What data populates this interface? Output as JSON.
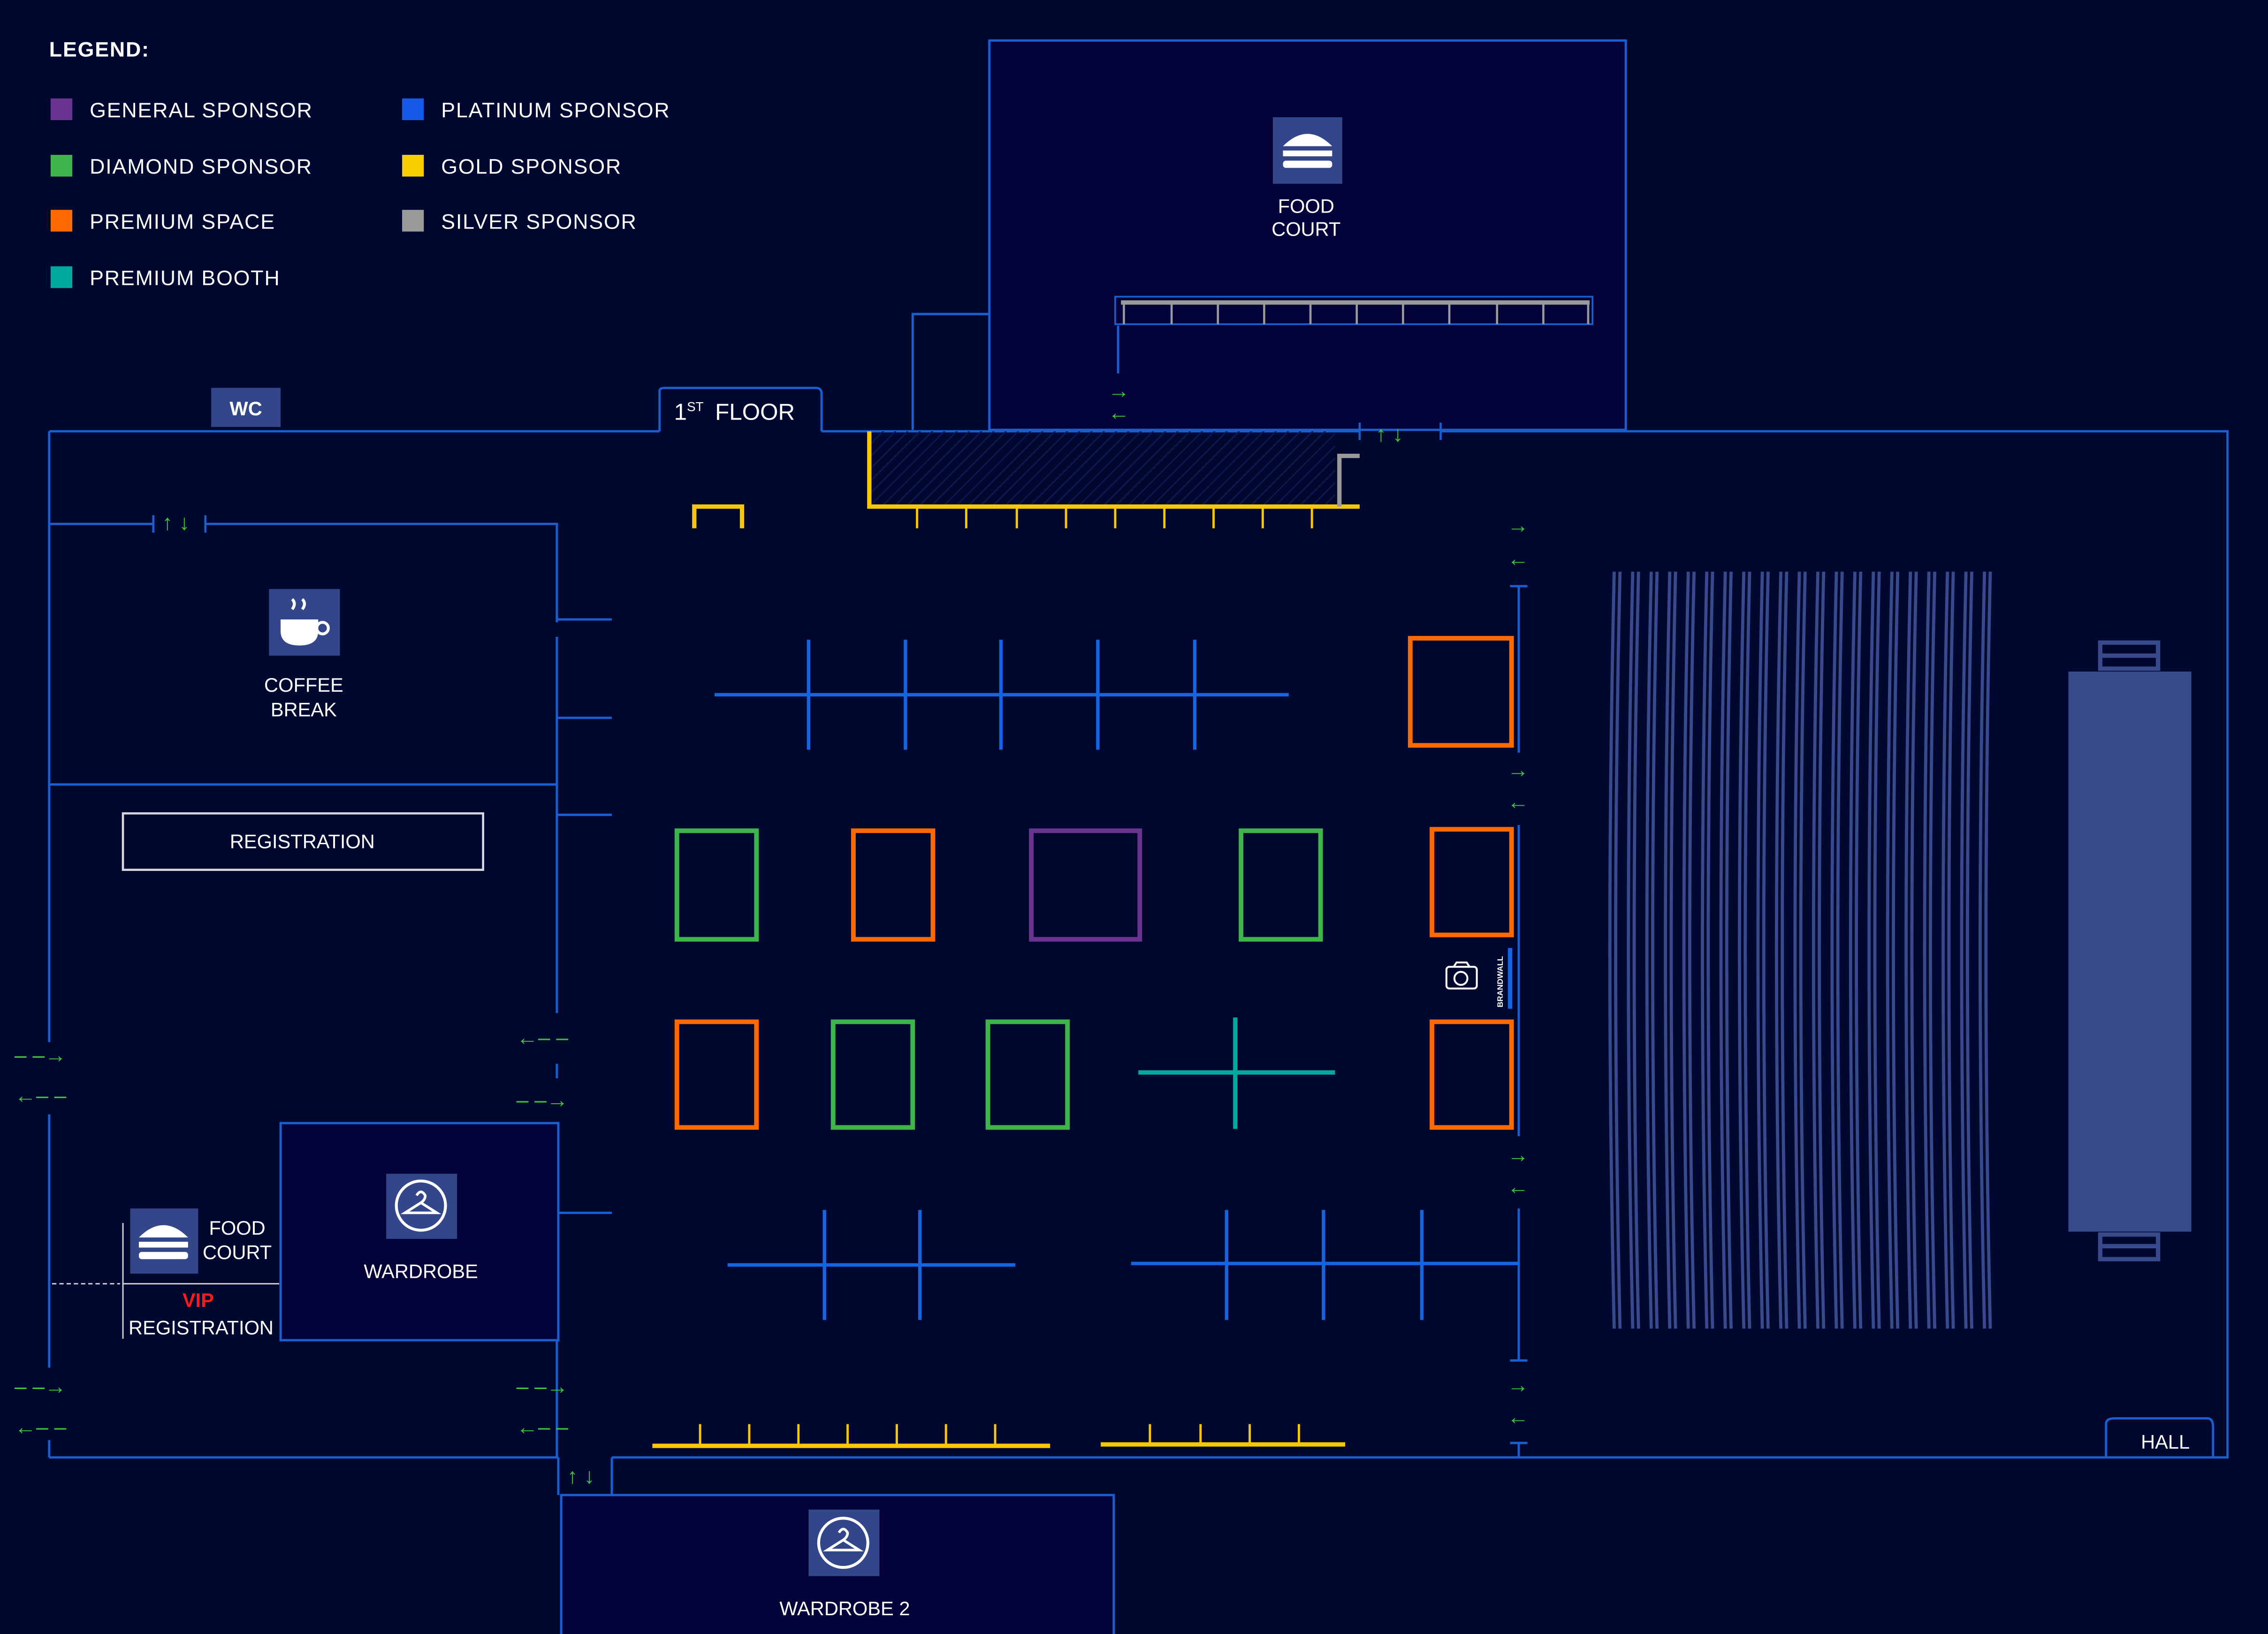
{
  "legend": {
    "title": "LEGEND:",
    "items": [
      {
        "label": "GENERAL SPONSOR",
        "color": "#6a3390"
      },
      {
        "label": "DIAMOND SPONSOR",
        "color": "#3db54a"
      },
      {
        "label": "PREMIUM SPACE",
        "color": "#ff6a00"
      },
      {
        "label": "PREMIUM BOOTH",
        "color": "#00a99d"
      },
      {
        "label": "PLATINUM SPONSOR",
        "color": "#155ae8"
      },
      {
        "label": "GOLD SPONSOR",
        "color": "#f7cf00"
      },
      {
        "label": "SILVER SPONSOR",
        "color": "#9a9a9a"
      }
    ]
  },
  "labels": {
    "wc": "WC",
    "floor_num": "1",
    "floor_sup": "ST",
    "floor_word": "FLOOR",
    "hall": "HALL",
    "food_court_1": "FOOD",
    "food_court_2": "COURT",
    "coffee_1": "COFFEE",
    "coffee_2": "BREAK",
    "registration": "REGISTRATION",
    "wardrobe": "WARDROBE",
    "vip_food_1": "FOOD",
    "vip_food_2": "COURT",
    "vip": "VIP",
    "vip_registration": "REGISTRATION",
    "wardrobe2": "WARDROBE 2",
    "brandwall": "BRANDWALL"
  },
  "colors": {
    "background": "#000830",
    "wall": "#1a5fd0",
    "arrow": "#3cc23c",
    "vip": "#ff1a1a",
    "stage": "#384a8c"
  },
  "booths": [
    "premium-space",
    "diamond",
    "premium-space",
    "general",
    "diamond",
    "premium-space",
    "premium-space",
    "diamond",
    "diamond",
    "premium-space"
  ]
}
